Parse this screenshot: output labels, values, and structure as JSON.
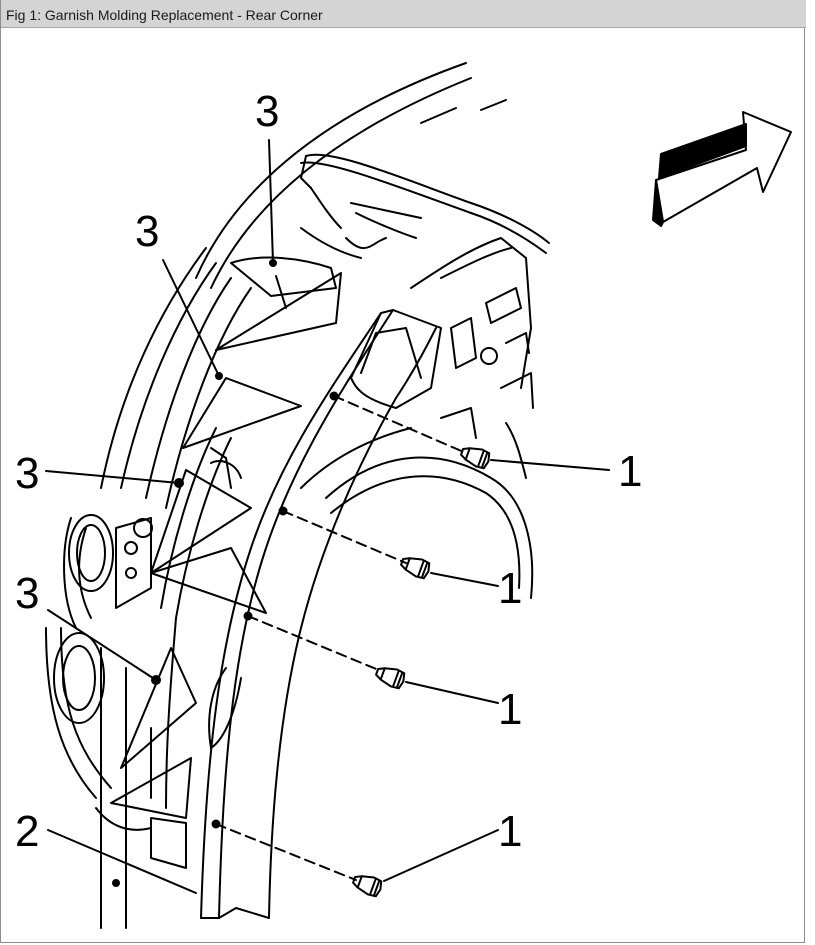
{
  "window": {
    "title": "Fig 1: Garnish Molding Replacement - Rear Corner"
  },
  "callouts": {
    "c1a": "1",
    "c1b": "1",
    "c1c": "1",
    "c1d": "1",
    "c2": "2",
    "c3a": "3",
    "c3b": "3",
    "c3c": "3",
    "c3d": "3"
  },
  "icons": {
    "direction": "front-direction-arrow-icon"
  },
  "colors": {
    "line": "#000000",
    "background": "#ffffff",
    "titlebar": "#d4d4d4"
  }
}
